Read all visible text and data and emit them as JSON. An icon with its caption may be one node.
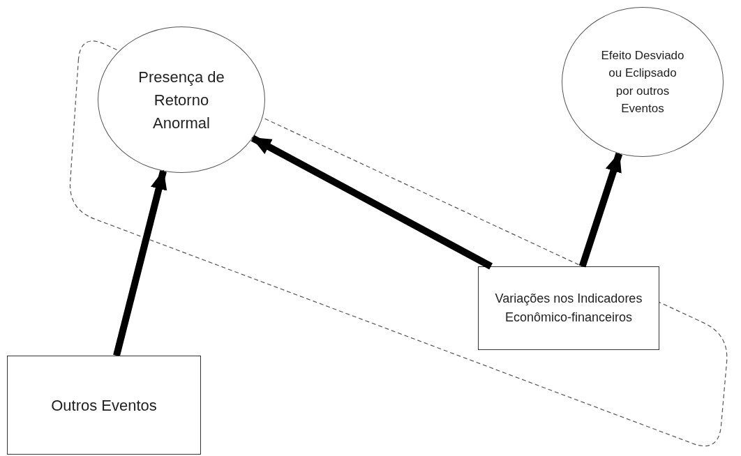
{
  "diagram": {
    "nodes": [
      {
        "text": [],
        "shape": "box"
      },
      {
        "text": [
          "Presença de Retorno Anormal"
        ],
        "in": 0
      },
      {
        "text": [
          "Efeito Desviado ou Eclipsado por outros Eventos"
        ]
      },
      {
        "text": [
          "Outros Eventos"
        ]
      },
      {
        "text": [
          "Variações nos Indicadores Econômico-financeiros"
        ],
        "in": 0
      }
    ],
    "edges": [
      {
        "from": 3,
        "to": 1,
        "arrow": "to"
      },
      {
        "from": 4,
        "to": 1,
        "arrow": "to"
      },
      {
        "from": 4,
        "to": 2,
        "arrow": "to"
      }
    ]
  }
}
